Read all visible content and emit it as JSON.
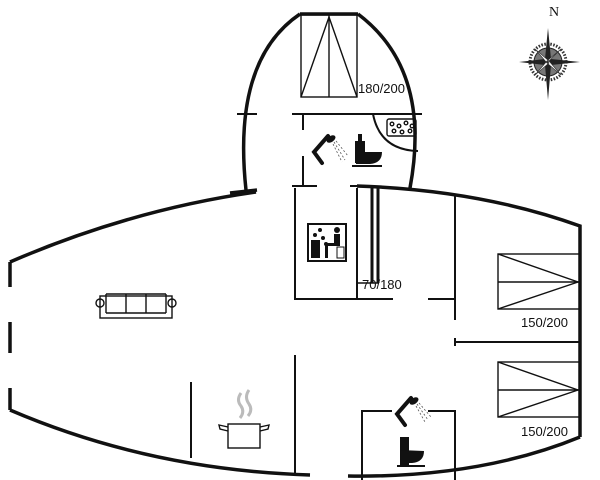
{
  "floorplan": {
    "north_label": "N",
    "beds": [
      {
        "label": "180/200"
      },
      {
        "label": "70/180"
      },
      {
        "label": "150/200"
      },
      {
        "label": "150/200"
      }
    ],
    "icons": [
      "compass-rose-icon",
      "double-bed-icon",
      "shower-icon",
      "toilet-icon",
      "jacuzzi-icon",
      "sauna-icon",
      "single-bed-icon",
      "sofa-icon",
      "cooking-pot-icon"
    ],
    "colors": {
      "line": "#111111",
      "background": "#ffffff",
      "steam": "#bbbbbb"
    }
  }
}
